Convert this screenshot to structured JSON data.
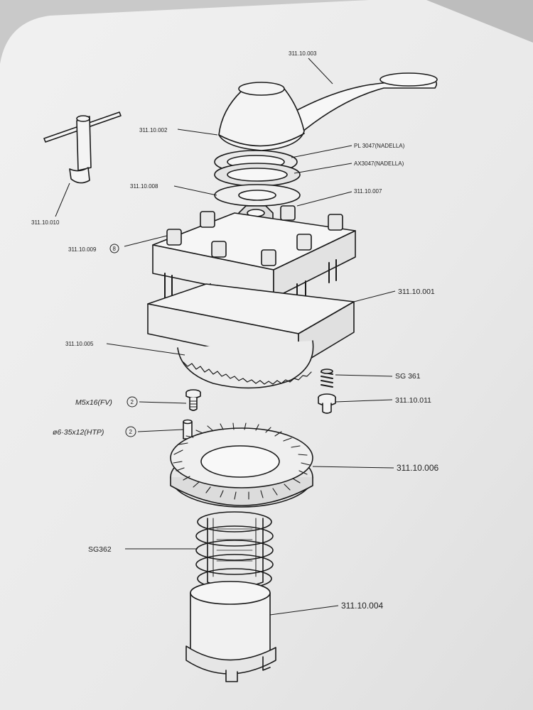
{
  "labels": {
    "l_311_10_003": "311.10.003",
    "l_311_10_002": "311.10.002",
    "l_pl3047": "PL 3047(NADELLA)",
    "l_ax3047": "AX3047(NADELLA)",
    "l_311_10_008": "311.10.008",
    "l_311_10_007": "311.10.007",
    "l_311_10_010": "311.10.010",
    "l_311_10_009": "311.10.009",
    "l_311_10_009_qty": "8",
    "l_311_10_001": "311.10.001",
    "l_311_10_005": "311.10.005",
    "l_sg361": "SG 361",
    "l_311_10_011": "311.10.011",
    "l_m5x16": "M5x16(FV)",
    "l_m5x16_qty": "2",
    "l_pin": "ø6·35x12(HTP)",
    "l_pin_qty": "2",
    "l_311_10_006": "311.10.006",
    "l_sg362": "SG362",
    "l_311_10_004": "311.10.004"
  }
}
